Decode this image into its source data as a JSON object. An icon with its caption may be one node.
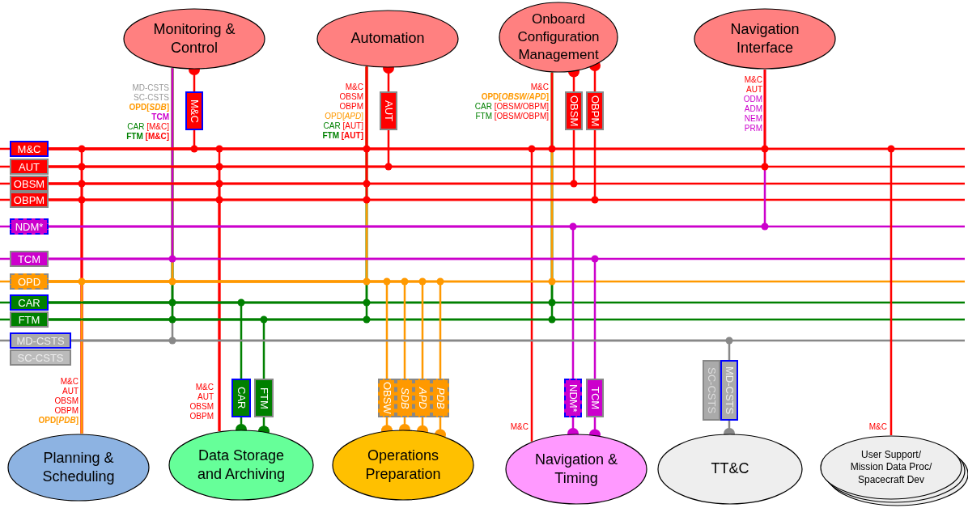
{
  "diagram": {
    "nodes": [
      {
        "text": [
          "Monitoring & Control"
        ],
        "beside": [
          "MD-CSTS",
          "SC-CSTS",
          "OPD[*SDB*]",
          "TCM",
          "CAR [M&C]",
          "FTM [M&C]"
        ]
      },
      {
        "text": [
          "Automation"
        ],
        "beside": [
          "M&C",
          "OBSM",
          "OBPM",
          "OPD[*APD*]",
          "CAR [AUT]",
          "FTM [AUT]"
        ]
      },
      {
        "text": [
          "Onboard Configuration Management"
        ],
        "beside": [
          "M&C",
          "OPD[*OBSW/APD*]",
          "CAR [OBSM/OBPM]",
          "FTM [OBSM/OBPM]"
        ]
      },
      {
        "text": [
          "Navigation Interface"
        ],
        "beside": [
          "M&C",
          "AUT",
          "ODM",
          "ADM",
          "NEM",
          "PRM"
        ]
      },
      {
        "text": [
          "M&C"
        ]
      },
      {
        "text": [
          "AUT"
        ]
      },
      {
        "text": [
          "OBSM"
        ]
      },
      {
        "text": [
          "OBPM"
        ]
      },
      {
        "text": [
          "M&C"
        ]
      },
      {
        "text": [
          "AUT"
        ]
      },
      {
        "text": [
          "OBSM"
        ]
      },
      {
        "text": [
          "OBPM"
        ]
      },
      {
        "text": [
          "NDM*"
        ]
      },
      {
        "text": [
          "TCM"
        ]
      },
      {
        "text": [
          "OPD"
        ]
      },
      {
        "text": [
          "CAR"
        ]
      },
      {
        "text": [
          "FTM"
        ]
      },
      {
        "text": [
          "MD-CSTS"
        ]
      },
      {
        "text": [
          "SC-CSTS"
        ]
      },
      {
        "text": [
          "CAR"
        ]
      },
      {
        "text": [
          "FTM"
        ]
      },
      {
        "text": [
          "OBSW"
        ]
      },
      {
        "text": [
          "SDB"
        ]
      },
      {
        "text": [
          "APD"
        ]
      },
      {
        "text": [
          "PDB"
        ]
      },
      {
        "text": [
          "NDM*"
        ]
      },
      {
        "text": [
          "TCM"
        ]
      },
      {
        "text": [
          "SC-CSTS"
        ]
      },
      {
        "text": [
          "MD-CSTS"
        ]
      },
      {
        "text": [
          "Planning & Scheduling"
        ],
        "beside": [
          "M&C",
          "AUT",
          "OBSM",
          "OBPM",
          "OPD[*PDB*]"
        ]
      },
      {
        "text": [
          "Data Storage and Archiving"
        ],
        "beside": [
          "M&C",
          "AUT",
          "OBSM",
          "OBPM"
        ]
      },
      {
        "text": [
          "Operations Preparation"
        ]
      },
      {
        "text": [
          "Navigation & Timing"
        ],
        "beside": [
          "M&C"
        ]
      },
      {
        "text": [
          "TT&C"
        ]
      },
      {
        "text": [
          "User Support/ Mission Data Proc/ Spacecraft Dev"
        ],
        "beside": [
          "M&C"
        ]
      }
    ],
    "edges": [
      {
        "from": 0,
        "to": 4,
        "arrow": "other"
      },
      {
        "from": 4,
        "to": 8,
        "arrow": "none"
      },
      {
        "from": 1,
        "to": 5,
        "arrow": "other"
      },
      {
        "from": 5,
        "to": 9,
        "arrow": "none"
      },
      {
        "from": 2,
        "to": 6,
        "arrow": "other"
      },
      {
        "from": 6,
        "to": 10,
        "arrow": "none"
      },
      {
        "from": 2,
        "to": 7,
        "arrow": "other"
      },
      {
        "from": 7,
        "to": 11,
        "arrow": "none"
      },
      {
        "from": 30,
        "to": 19,
        "arrow": "other",
        "color": "#008000"
      },
      {
        "from": 19,
        "to": 15,
        "arrow": "none",
        "color": "#008000"
      },
      {
        "from": 30,
        "to": 20,
        "arrow": "other",
        "color": "#008000"
      },
      {
        "from": 20,
        "to": 16,
        "arrow": "none",
        "color": "#008000"
      },
      {
        "from": 31,
        "to": 21,
        "arrow": "other",
        "color": "#ff9900"
      },
      {
        "from": 21,
        "to": 14,
        "arrow": "none",
        "color": "#ff9900"
      },
      {
        "from": 31,
        "to": 22,
        "arrow": "other",
        "color": "#ff9900"
      },
      {
        "from": 22,
        "to": 14,
        "arrow": "none",
        "color": "#ff9900"
      },
      {
        "from": 31,
        "to": 23,
        "arrow": "other",
        "color": "#ff9900"
      },
      {
        "from": 23,
        "to": 14,
        "arrow": "none",
        "color": "#ff9900"
      },
      {
        "from": 31,
        "to": 24,
        "arrow": "other",
        "color": "#ff9900"
      },
      {
        "from": 24,
        "to": 14,
        "arrow": "none",
        "color": "#ff9900"
      },
      {
        "from": 32,
        "to": 25,
        "arrow": "other",
        "color": "#cc00cc"
      },
      {
        "from": 25,
        "to": 12,
        "arrow": "none",
        "color": "#cc00cc"
      },
      {
        "from": 32,
        "to": 26,
        "arrow": "other",
        "color": "#cc00cc"
      },
      {
        "from": 26,
        "to": 13,
        "arrow": "none",
        "color": "#cc00cc"
      },
      {
        "from": 33,
        "to": 28,
        "arrow": "other",
        "color": "#888888"
      },
      {
        "from": 28,
        "to": 17,
        "arrow": "none",
        "color": "#888888"
      },
      {
        "from": 29,
        "to": 8,
        "arrow": "none"
      },
      {
        "from": 29,
        "to": 9,
        "arrow": "none"
      },
      {
        "from": 29,
        "to": 10,
        "arrow": "none"
      },
      {
        "from": 29,
        "to": 11,
        "arrow": "none"
      },
      {
        "from": 29,
        "to": 14,
        "arrow": "none",
        "color": "#ff9900"
      },
      {
        "from": 30,
        "to": 8,
        "arrow": "none"
      },
      {
        "from": 30,
        "to": 9,
        "arrow": "none"
      },
      {
        "from": 30,
        "to": 10,
        "arrow": "none"
      },
      {
        "from": 30,
        "to": 11,
        "arrow": "none"
      },
      {
        "from": 0,
        "to": 13,
        "arrow": "none",
        "color": "#cc00cc"
      },
      {
        "from": 0,
        "to": 14,
        "arrow": "none",
        "color": "#ff9900"
      },
      {
        "from": 0,
        "to": 15,
        "arrow": "none",
        "color": "#008000"
      },
      {
        "from": 0,
        "to": 16,
        "arrow": "none",
        "color": "#008000"
      },
      {
        "from": 0,
        "to": 17,
        "arrow": "none",
        "color": "#888888"
      },
      {
        "from": 1,
        "to": 8,
        "arrow": "none"
      },
      {
        "from": 1,
        "to": 10,
        "arrow": "none"
      },
      {
        "from": 1,
        "to": 11,
        "arrow": "none"
      },
      {
        "from": 1,
        "to": 14,
        "arrow": "none",
        "color": "#ff9900"
      },
      {
        "from": 1,
        "to": 15,
        "arrow": "none",
        "color": "#008000"
      },
      {
        "from": 1,
        "to": 16,
        "arrow": "none",
        "color": "#008000"
      },
      {
        "from": 2,
        "to": 8,
        "arrow": "none"
      },
      {
        "from": 2,
        "to": 14,
        "arrow": "none",
        "color": "#ff9900"
      },
      {
        "from": 2,
        "to": 15,
        "arrow": "none",
        "color": "#008000"
      },
      {
        "from": 2,
        "to": 16,
        "arrow": "none",
        "color": "#008000"
      },
      {
        "from": 32,
        "to": 8,
        "arrow": "none"
      },
      {
        "from": 3,
        "to": 8,
        "arrow": "none"
      },
      {
        "from": 3,
        "to": 9,
        "arrow": "none"
      },
      {
        "from": 3,
        "to": 12,
        "arrow": "none",
        "color": "#cc00cc"
      },
      {
        "from": 34,
        "to": 8,
        "arrow": "none"
      }
    ]
  }
}
